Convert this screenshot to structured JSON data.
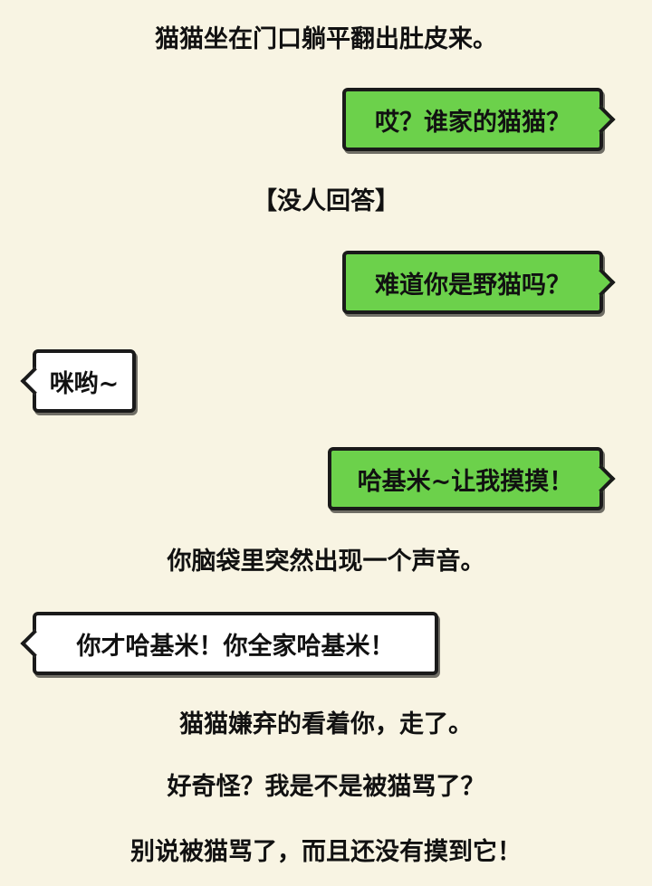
{
  "narration": {
    "line1": "猫猫坐在门口躺平翻出肚皮来。",
    "line2": "【没人回答】",
    "line3": "你脑袋里突然出现一个声音。",
    "line4": "猫猫嫌弃的看着你，走了。",
    "line5": "好奇怪？我是不是被猫骂了？",
    "line6": "别说被猫骂了，而且还没有摸到它！"
  },
  "messages": [
    {
      "sender": "me",
      "text": "哎？谁家的猫猫？"
    },
    {
      "sender": "me",
      "text": "难道你是野猫吗？"
    },
    {
      "sender": "cat",
      "text": "咪哟~"
    },
    {
      "sender": "me",
      "text": "哈基米~让我摸摸！"
    },
    {
      "sender": "cat",
      "text": "你才哈基米！你全家哈基米！"
    }
  ],
  "colors": {
    "background": "#f8f4e3",
    "my_bubble": "#6cd14b",
    "cat_bubble": "#ffffff",
    "outline": "#1a1a1a"
  }
}
